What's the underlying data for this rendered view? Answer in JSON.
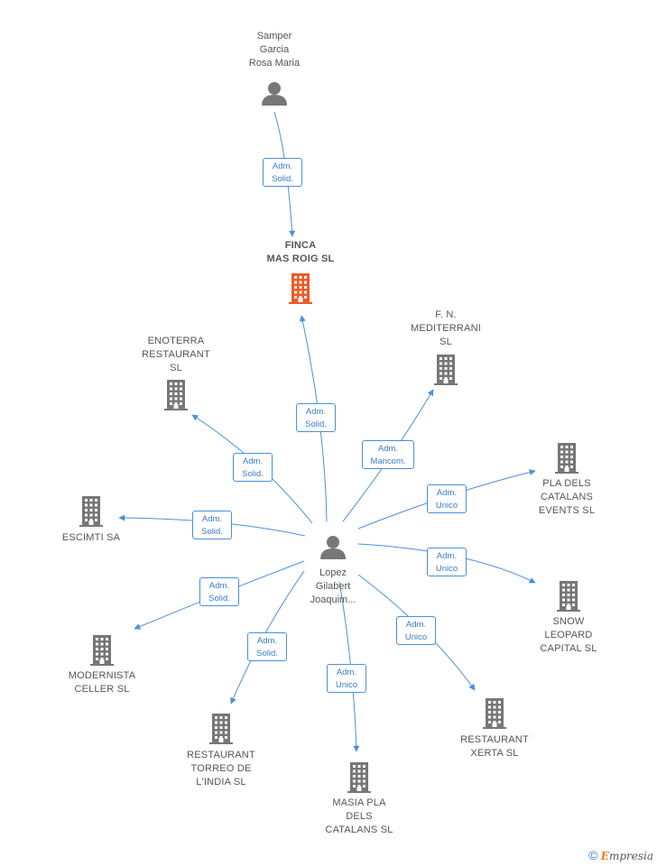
{
  "colors": {
    "edge": "#4a90d9",
    "building": "#777777",
    "focus_building": "#f05a28",
    "person": "#777777"
  },
  "nodes": [
    {
      "id": "samper",
      "type": "person",
      "label": "Samper\nGarcia\nRosa Maria"
    },
    {
      "id": "finca",
      "type": "company",
      "focus": true,
      "label": "FINCA\nMAS ROIG  SL"
    },
    {
      "id": "lopez",
      "type": "person",
      "label": "Lopez\nGilabert\nJoaquim..."
    },
    {
      "id": "enoterra",
      "type": "company",
      "label": "ENOTERRA\nRESTAURANT\nSL"
    },
    {
      "id": "fn",
      "type": "company",
      "label": "F. N.\nMEDITERRANI\nSL"
    },
    {
      "id": "escimti",
      "type": "company",
      "label": "ESCIMTI SA"
    },
    {
      "id": "pladels",
      "type": "company",
      "label": "PLA DELS\nCATALANS\nEVENTS  SL"
    },
    {
      "id": "snow",
      "type": "company",
      "label": "SNOW\nLEOPARD\nCAPITAL  SL"
    },
    {
      "id": "modernista",
      "type": "company",
      "label": "MODERNISTA\nCELLER  SL"
    },
    {
      "id": "xerta",
      "type": "company",
      "label": "RESTAURANT\nXERTA  SL"
    },
    {
      "id": "torreo",
      "type": "company",
      "label": "RESTAURANT\nTORREO DE\nL'INDIA  SL"
    },
    {
      "id": "masia",
      "type": "company",
      "label": "MASIA PLA\nDELS\nCATALANS  SL"
    }
  ],
  "edges": [
    {
      "from": "samper",
      "to": "finca",
      "label": "Adm.\nSolid."
    },
    {
      "from": "lopez",
      "to": "finca",
      "label": "Adm.\nSolid."
    },
    {
      "from": "lopez",
      "to": "enoterra",
      "label": "Adm.\nSolid."
    },
    {
      "from": "lopez",
      "to": "fn",
      "label": "Adm.\nMancom."
    },
    {
      "from": "lopez",
      "to": "escimti",
      "label": "Adm.\nSolid."
    },
    {
      "from": "lopez",
      "to": "pladels",
      "label": "Adm.\nUnico"
    },
    {
      "from": "lopez",
      "to": "snow",
      "label": "Adm.\nUnico"
    },
    {
      "from": "lopez",
      "to": "modernista",
      "label": "Adm.\nSolid."
    },
    {
      "from": "lopez",
      "to": "xerta",
      "label": "Adm.\nUnico"
    },
    {
      "from": "lopez",
      "to": "torreo",
      "label": "Adm.\nSolid."
    },
    {
      "from": "lopez",
      "to": "masia",
      "label": "Adm.\nUnico"
    }
  ],
  "footer": {
    "copyright_symbol": "©",
    "brand_initial": "E",
    "brand_rest": "mpresia"
  }
}
